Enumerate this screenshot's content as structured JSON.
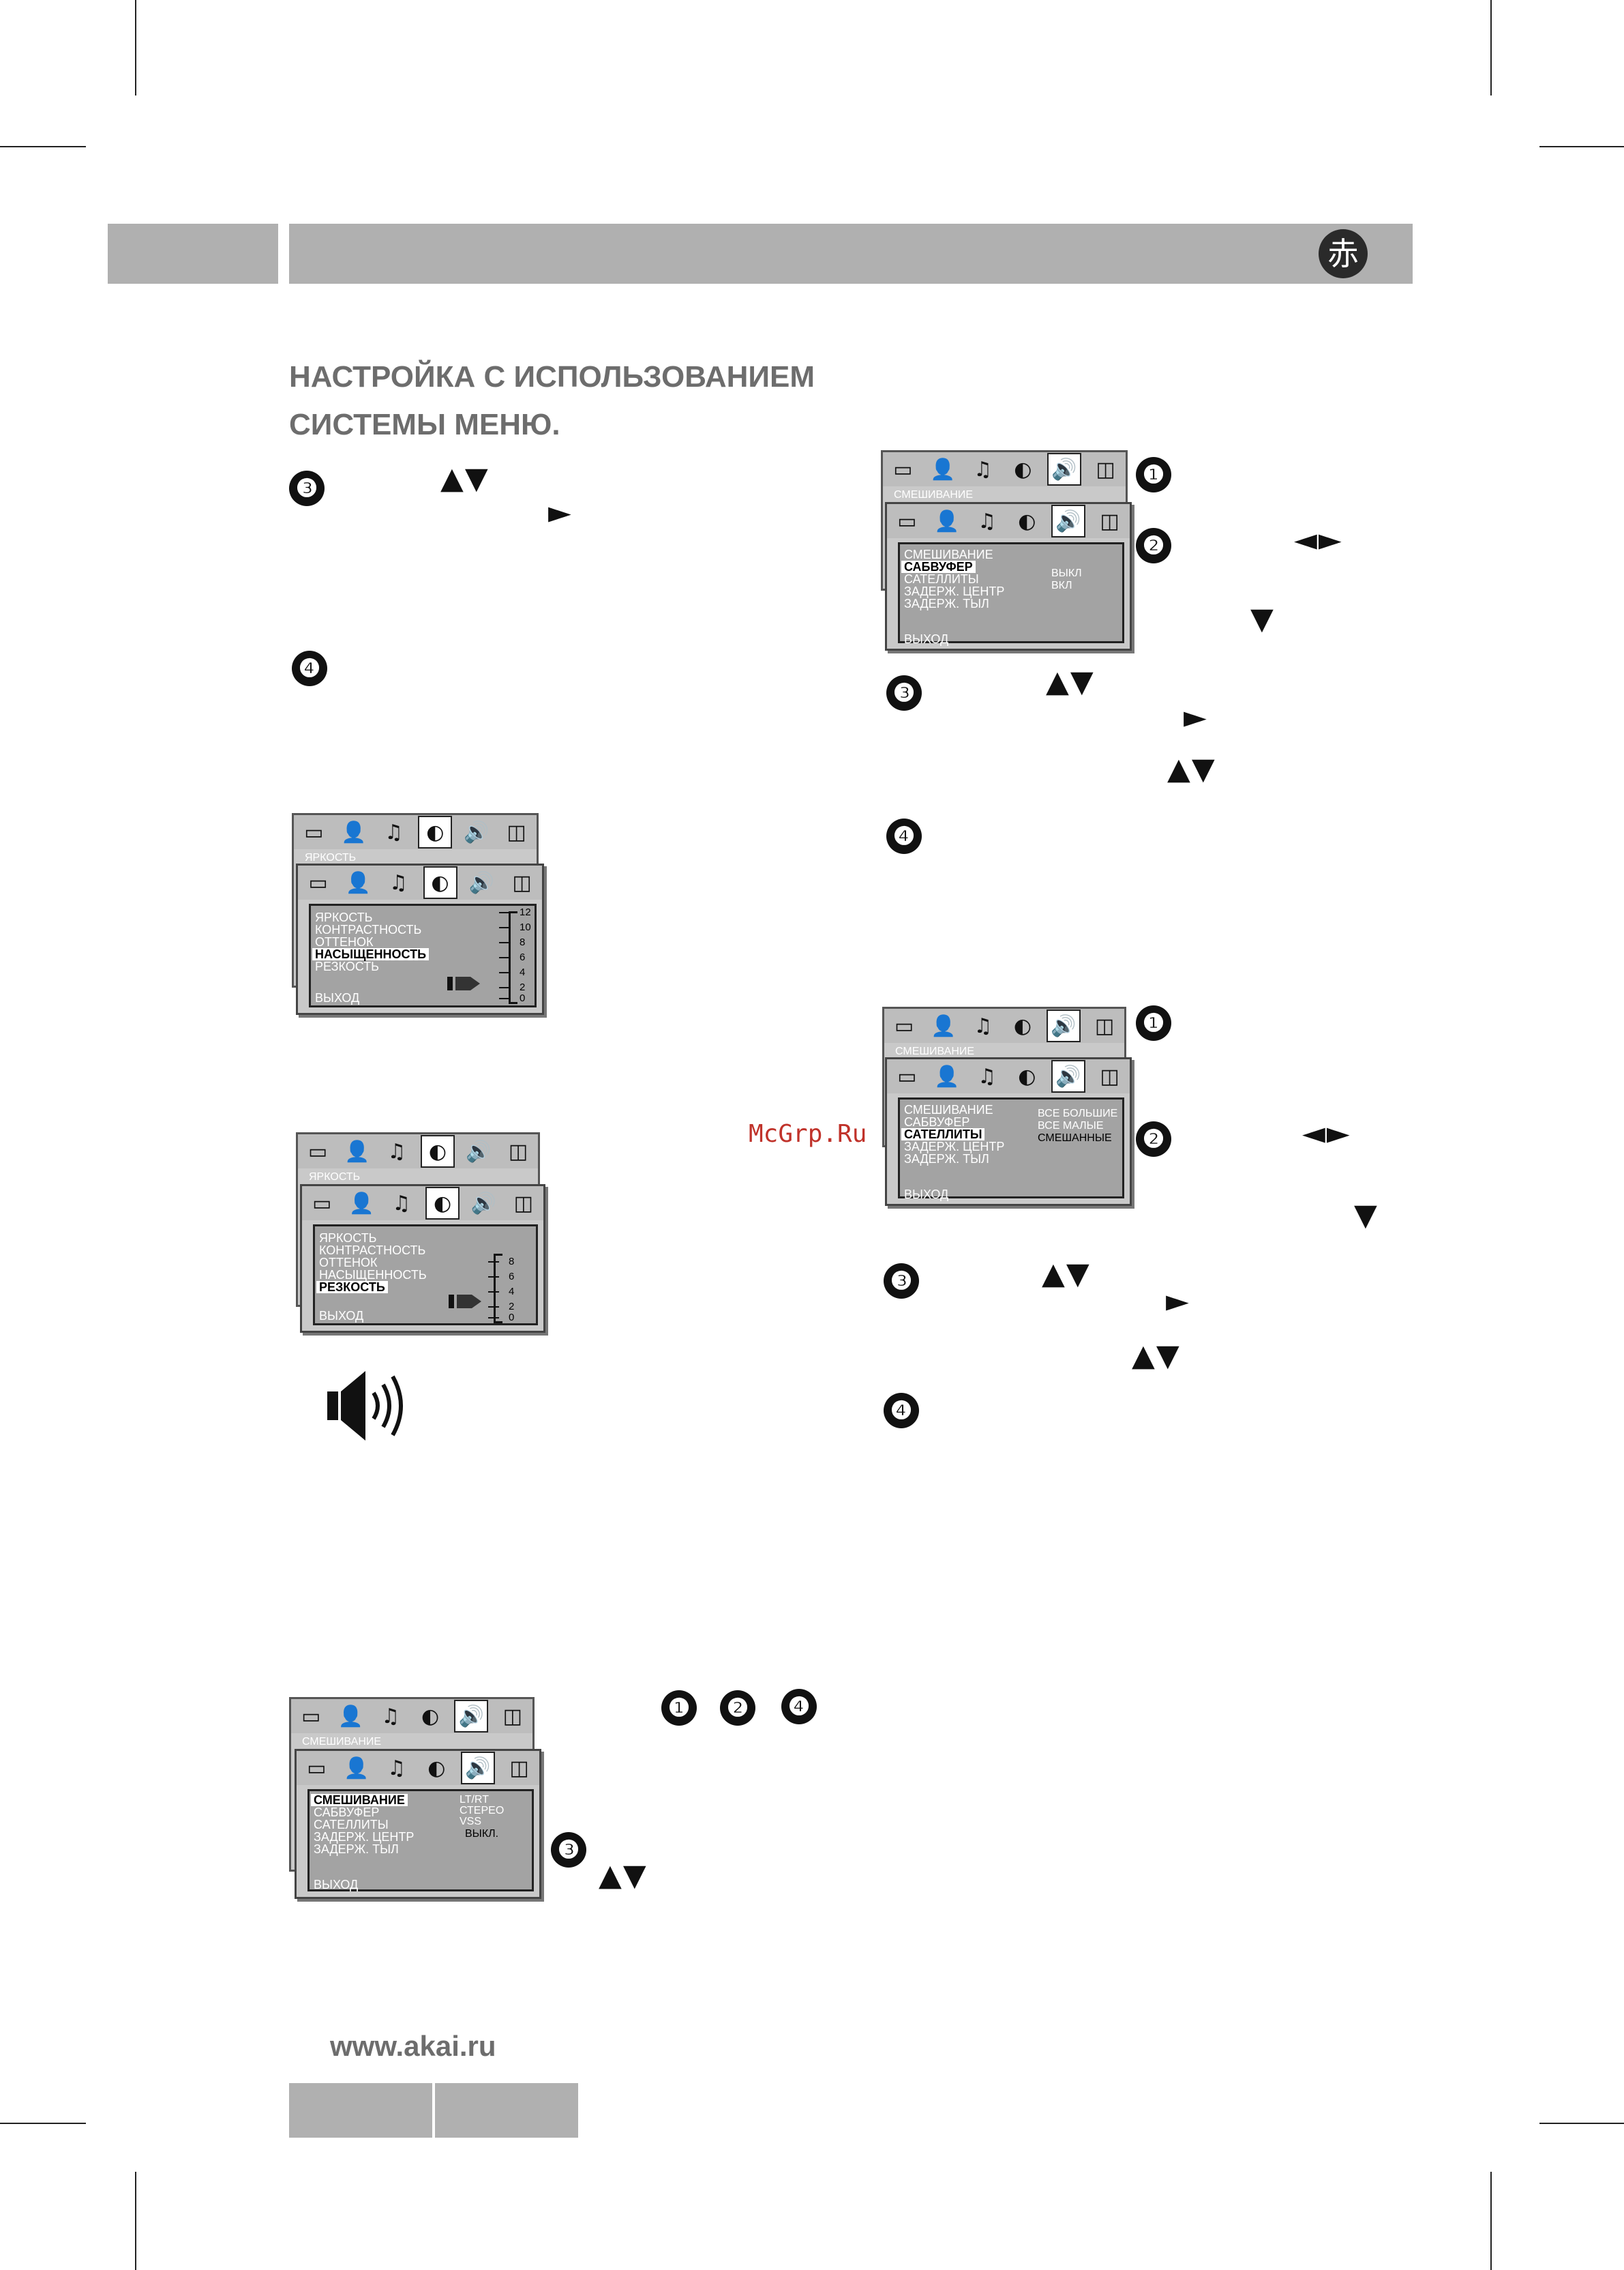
{
  "header": {
    "logo_glyph": "赤",
    "band_color": "#b0b0b0"
  },
  "title": {
    "line1": "НАСТРОЙКА С ИСПОЛЬЗОВАНИЕМ",
    "line2": "СИСТЕМЫ МЕНЮ."
  },
  "markers": {
    "one": "❶",
    "two": "❷",
    "three": "❸",
    "four": "❹"
  },
  "arrows": {
    "up_down": "▲▼",
    "right": "►",
    "left_right": "◄►",
    "down": "▼"
  },
  "watermark": "McGrp.Ru",
  "footer": {
    "url": "www.akai.ru"
  },
  "menu_icons": [
    "monitor-icon",
    "person-chat-icon",
    "music-note-icon",
    "picture-contrast-icon",
    "speaker-icon",
    "dolby-icon"
  ],
  "picture_menu_a": {
    "back_label": "ЯРКОСТЬ",
    "items": [
      "ЯРКОСТЬ",
      "КОНТРАСТНОСТЬ",
      "ОТТЕНОК",
      "НАСЫЩЕННОСТЬ",
      "РЕЗКОСТЬ"
    ],
    "selected_item": "НАСЫЩЕННОСТЬ",
    "exit": "ВЫХОД",
    "scale": [
      "12",
      "10",
      "8",
      "6",
      "4",
      "2",
      "0"
    ],
    "level": 2
  },
  "picture_menu_b": {
    "back_label": "ЯРКОСТЬ",
    "items": [
      "ЯРКОСТЬ",
      "КОНТРАСТНОСТЬ",
      "ОТТЕНОК",
      "НАСЫЩЕННОСТЬ",
      "РЕЗКОСТЬ"
    ],
    "selected_item": "РЕЗКОСТЬ",
    "exit": "ВЫХОД",
    "scale": [
      "8",
      "6",
      "4",
      "2",
      "0"
    ],
    "level": 2
  },
  "audio_menu_mix": {
    "back_label": "СМЕШИВАНИЕ",
    "items": [
      "СМЕШИВАНИЕ",
      "САБВУФЕР",
      "САТЕЛЛИТЫ",
      "ЗАДЕРЖ. ЦЕНТР",
      "ЗАДЕРЖ. ТЫЛ"
    ],
    "selected_item": "СМЕШИВАНИЕ",
    "exit": "ВЫХОД",
    "options": [
      "LT/RT",
      "СТЕРЕО",
      "VSS",
      "ВЫКЛ."
    ]
  },
  "audio_menu_sub": {
    "back_label": "СМЕШИВАНИЕ",
    "items": [
      "СМЕШИВАНИЕ",
      "САБВУФЕР",
      "САТЕЛЛИТЫ",
      "ЗАДЕРЖ. ЦЕНТР",
      "ЗАДЕРЖ. ТЫЛ"
    ],
    "selected_item": "САБВУФЕР",
    "exit": "ВЫХОД",
    "options": [
      "ВЫКЛ",
      "ВКЛ"
    ]
  },
  "audio_menu_sat": {
    "back_label": "СМЕШИВАНИЕ",
    "items": [
      "СМЕШИВАНИЕ",
      "САБВУФЕР",
      "САТЕЛЛИТЫ",
      "ЗАДЕРЖ. ЦЕНТР",
      "ЗАДЕРЖ. ТЫЛ"
    ],
    "selected_item": "САТЕЛЛИТЫ",
    "exit": "ВЫХОД",
    "options": [
      "ВСЕ БОЛЬШИЕ",
      "ВСЕ МАЛЫЕ",
      "СМЕШАННЫЕ"
    ]
  }
}
